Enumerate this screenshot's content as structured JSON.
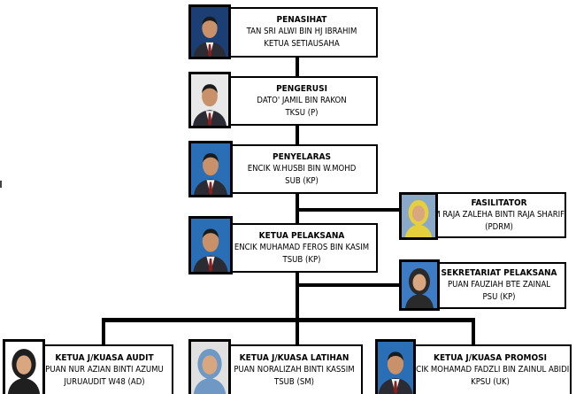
{
  "colors": {
    "line": "#000000",
    "box_fill": "#ffffff",
    "portrait_bg": "#1f2a36"
  },
  "nodes": {
    "penasihat": {
      "role": "PENASIHAT",
      "name": "TAN SRI ALWI BIN HJ IBRAHIM",
      "post": "KETUA SETIAUSAHA",
      "photo": "portrait-icon"
    },
    "pengerusi": {
      "role": "PENGERUSI",
      "name": "DATO' JAMIL BIN RAKON",
      "post": "TKSU (P)",
      "photo": "portrait-icon"
    },
    "penyelaras": {
      "role": "PENYELARAS",
      "name": "ENCIK W.HUSBI BIN W.MOHD",
      "post": "SUB (KP)",
      "photo": "portrait-icon"
    },
    "fasilitator": {
      "role": "FASILITATOR",
      "name": "YM RAJA ZALEHA BINTI RAJA SHARIFF",
      "post": "(PDRM)",
      "photo": "portrait-icon"
    },
    "ketua_pelaksana": {
      "role": "KETUA PELAKSANA",
      "name": "ENCIK MUHAMAD FEROS BIN KASIM",
      "post": "TSUB (KP)",
      "photo": "portrait-icon"
    },
    "sekretariat": {
      "role": "SEKRETARIAT PELAKSANA",
      "name": "PUAN FAUZIAH BTE ZAINAL",
      "post": "PSU (KP)",
      "photo": "portrait-icon"
    },
    "audit": {
      "role": "KETUA J/KUASA AUDIT",
      "name": "PUAN NUR AZIAN BINTI AZUMU",
      "post": "JURUAUDIT W48 (AD)",
      "photo": "portrait-icon"
    },
    "latihan": {
      "role": "KETUA J/KUASA LATIHAN",
      "name": "PUAN NORALIZAH BINTI KASSIM",
      "post": "TSUB (SM)",
      "photo": "portrait-icon"
    },
    "promosi": {
      "role": "KETUA J/KUASA PROMOSI",
      "name": "ENCIK  MOHAMAD FADZLI BIN ZAINUL ABIDIN",
      "post": "KPSU (UK)",
      "photo": "portrait-icon"
    }
  }
}
